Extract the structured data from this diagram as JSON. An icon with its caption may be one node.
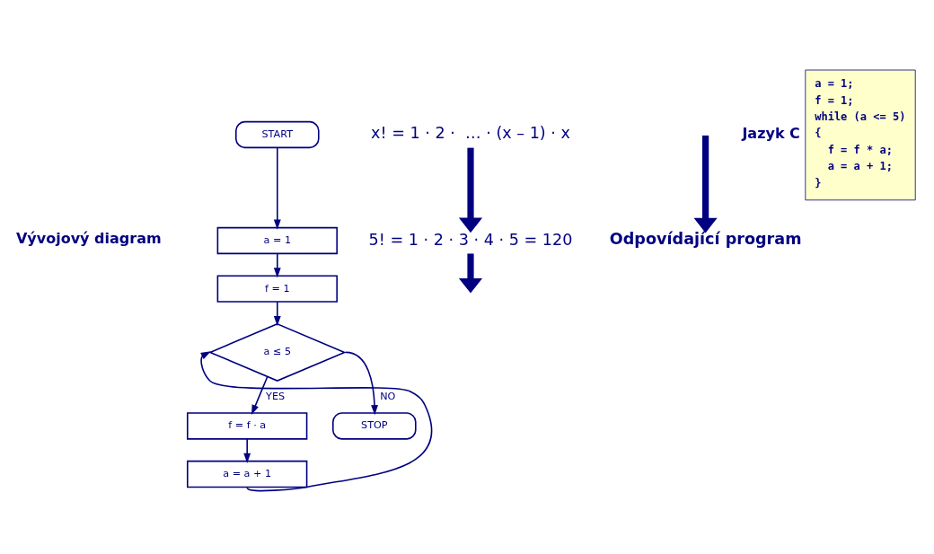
{
  "diagram": {
    "nodes": [
      {
        "text": [
          "START"
        ]
      },
      {
        "text": [
          "a = 1"
        ]
      },
      {
        "text": [
          "f = 1"
        ]
      },
      {
        "text": [
          "a ≤ 5"
        ]
      },
      {
        "text": [
          "STOP"
        ]
      },
      {
        "text": [
          "f = f · a"
        ]
      },
      {
        "text": [
          "a = a + 1"
        ]
      },
      {
        "text": [
          "x! = 1 · 2 ·  … · (x – 1) · x"
        ]
      },
      {
        "text": [
          "5! = 1 · 2 · 3 · 4 · 5 = 120"
        ]
      },
      {
        "text": [
          "Odpovídající program"
        ]
      },
      {
        "text": [
          "Jazyk C",
          "a = 1;",
          "f = 1;",
          "while (a <= 5)",
          "{",
          "f = f * a;",
          "a = a + 1;",
          "}"
        ]
      }
    ],
    "edges": [
      {
        "from": 0,
        "to": 1,
        "arrow": "to"
      },
      {
        "from": 1,
        "to": 2,
        "arrow": "to"
      },
      {
        "from": 2,
        "to": 3,
        "arrow": "to"
      },
      {
        "from": 3,
        "to": 4,
        "arrow": "to",
        "label": "NO"
      },
      {
        "from": 3,
        "to": 5,
        "arrow": "to",
        "label": "YES"
      },
      {
        "from": 5,
        "to": 6,
        "arrow": "to"
      },
      {
        "from": 6,
        "to": 3,
        "arrow": "to"
      },
      {
        "from": 7,
        "to": 8,
        "arrow": "to",
        "style": "thick"
      },
      {
        "from": 8,
        "to": null,
        "arrow": "to",
        "style": "thick"
      },
      {
        "from": null,
        "to": 9,
        "arrow": "to",
        "style": "thick"
      }
    ],
    "labels": [
      "Vývojový diagram"
    ]
  }
}
